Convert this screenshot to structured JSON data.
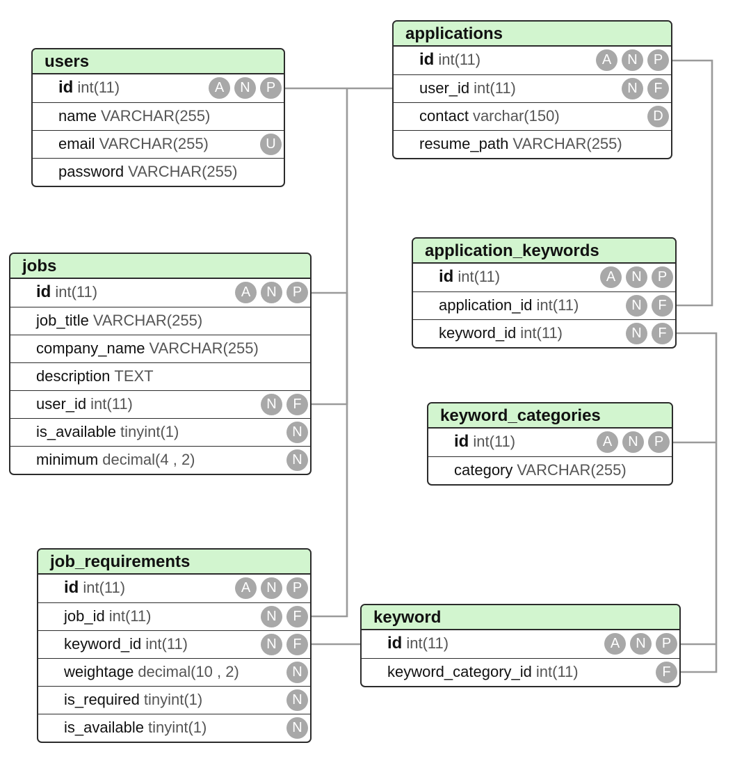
{
  "tables": {
    "users": {
      "name": "users",
      "columns": [
        {
          "name": "id",
          "type": "int(11)",
          "pk": true,
          "badges": [
            "A",
            "N",
            "P"
          ]
        },
        {
          "name": "name",
          "type": "VARCHAR(255)",
          "badges": []
        },
        {
          "name": "email",
          "type": "VARCHAR(255)",
          "badges": [
            "U"
          ]
        },
        {
          "name": "password",
          "type": "VARCHAR(255)",
          "badges": []
        }
      ]
    },
    "applications": {
      "name": "applications",
      "columns": [
        {
          "name": "id",
          "type": "int(11)",
          "pk": true,
          "badges": [
            "A",
            "N",
            "P"
          ]
        },
        {
          "name": "user_id",
          "type": "int(11)",
          "badges": [
            "N",
            "F"
          ]
        },
        {
          "name": "contact",
          "type": "varchar(150)",
          "badges": [
            "D"
          ]
        },
        {
          "name": "resume_path",
          "type": "VARCHAR(255)",
          "badges": []
        }
      ]
    },
    "jobs": {
      "name": "jobs",
      "columns": [
        {
          "name": "id",
          "type": "int(11)",
          "pk": true,
          "badges": [
            "A",
            "N",
            "P"
          ]
        },
        {
          "name": "job_title",
          "type": "VARCHAR(255)",
          "badges": []
        },
        {
          "name": "company_name",
          "type": "VARCHAR(255)",
          "badges": []
        },
        {
          "name": "description",
          "type": "TEXT",
          "badges": []
        },
        {
          "name": "user_id",
          "type": "int(11)",
          "badges": [
            "N",
            "F"
          ]
        },
        {
          "name": "is_available",
          "type": "tinyint(1)",
          "badges": [
            "N"
          ]
        },
        {
          "name": "minimum",
          "type": "decimal(4 , 2)",
          "badges": [
            "N"
          ]
        }
      ]
    },
    "application_keywords": {
      "name": "application_keywords",
      "columns": [
        {
          "name": "id",
          "type": "int(11)",
          "pk": true,
          "badges": [
            "A",
            "N",
            "P"
          ]
        },
        {
          "name": "application_id",
          "type": "int(11)",
          "badges": [
            "N",
            "F"
          ]
        },
        {
          "name": "keyword_id",
          "type": "int(11)",
          "badges": [
            "N",
            "F"
          ]
        }
      ]
    },
    "keyword_categories": {
      "name": "keyword_categories",
      "columns": [
        {
          "name": "id",
          "type": "int(11)",
          "pk": true,
          "badges": [
            "A",
            "N",
            "P"
          ]
        },
        {
          "name": "category",
          "type": "VARCHAR(255)",
          "badges": []
        }
      ]
    },
    "job_requirements": {
      "name": "job_requirements",
      "columns": [
        {
          "name": "id",
          "type": "int(11)",
          "pk": true,
          "badges": [
            "A",
            "N",
            "P"
          ]
        },
        {
          "name": "job_id",
          "type": "int(11)",
          "badges": [
            "N",
            "F"
          ]
        },
        {
          "name": "keyword_id",
          "type": "int(11)",
          "badges": [
            "N",
            "F"
          ]
        },
        {
          "name": "weightage",
          "type": "decimal(10 , 2)",
          "badges": [
            "N"
          ]
        },
        {
          "name": "is_required",
          "type": "tinyint(1)",
          "badges": [
            "N"
          ]
        },
        {
          "name": "is_available",
          "type": "tinyint(1)",
          "badges": [
            "N"
          ]
        }
      ]
    },
    "keyword": {
      "name": "keyword",
      "columns": [
        {
          "name": "id",
          "type": "int(11)",
          "pk": true,
          "badges": [
            "A",
            "N",
            "P"
          ]
        },
        {
          "name": "keyword_category_id",
          "type": "int(11)",
          "badges": [
            "F"
          ]
        }
      ]
    }
  },
  "relationships": [
    {
      "from": "applications.user_id",
      "to": "users.id"
    },
    {
      "from": "jobs.user_id",
      "to": "users.id"
    },
    {
      "from": "job_requirements.job_id",
      "to": "jobs.id"
    },
    {
      "from": "application_keywords.application_id",
      "to": "applications.id"
    },
    {
      "from": "application_keywords.keyword_id",
      "to": "keyword.id"
    },
    {
      "from": "keyword.keyword_category_id",
      "to": "keyword_categories.id"
    },
    {
      "from": "job_requirements.keyword_id",
      "to": "keyword.id"
    }
  ],
  "colors": {
    "header_bg": "#d2f5cf",
    "border": "#2b2b2b",
    "badge_bg": "#a8a8a8",
    "connector": "#9a9a9a"
  }
}
